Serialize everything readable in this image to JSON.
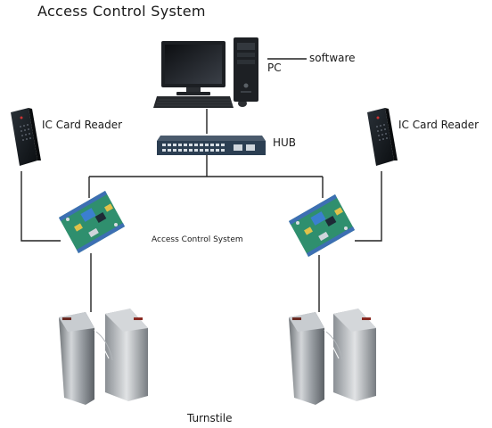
{
  "title": "Access Control System",
  "labels": {
    "software": "software",
    "pc": "PC",
    "hub": "HUB",
    "reader_left": "IC Card Reader",
    "reader_right": "IC Card Reader",
    "controller": "Access Control System",
    "turnstile": "Turnstile"
  },
  "colors": {
    "line": "#222222",
    "board": "#2f8f6e",
    "board_connector": "#3a6fb0",
    "reader": "#151a1f",
    "turnstile_metal": "#a9adb1",
    "hub": "#2b3e52"
  }
}
